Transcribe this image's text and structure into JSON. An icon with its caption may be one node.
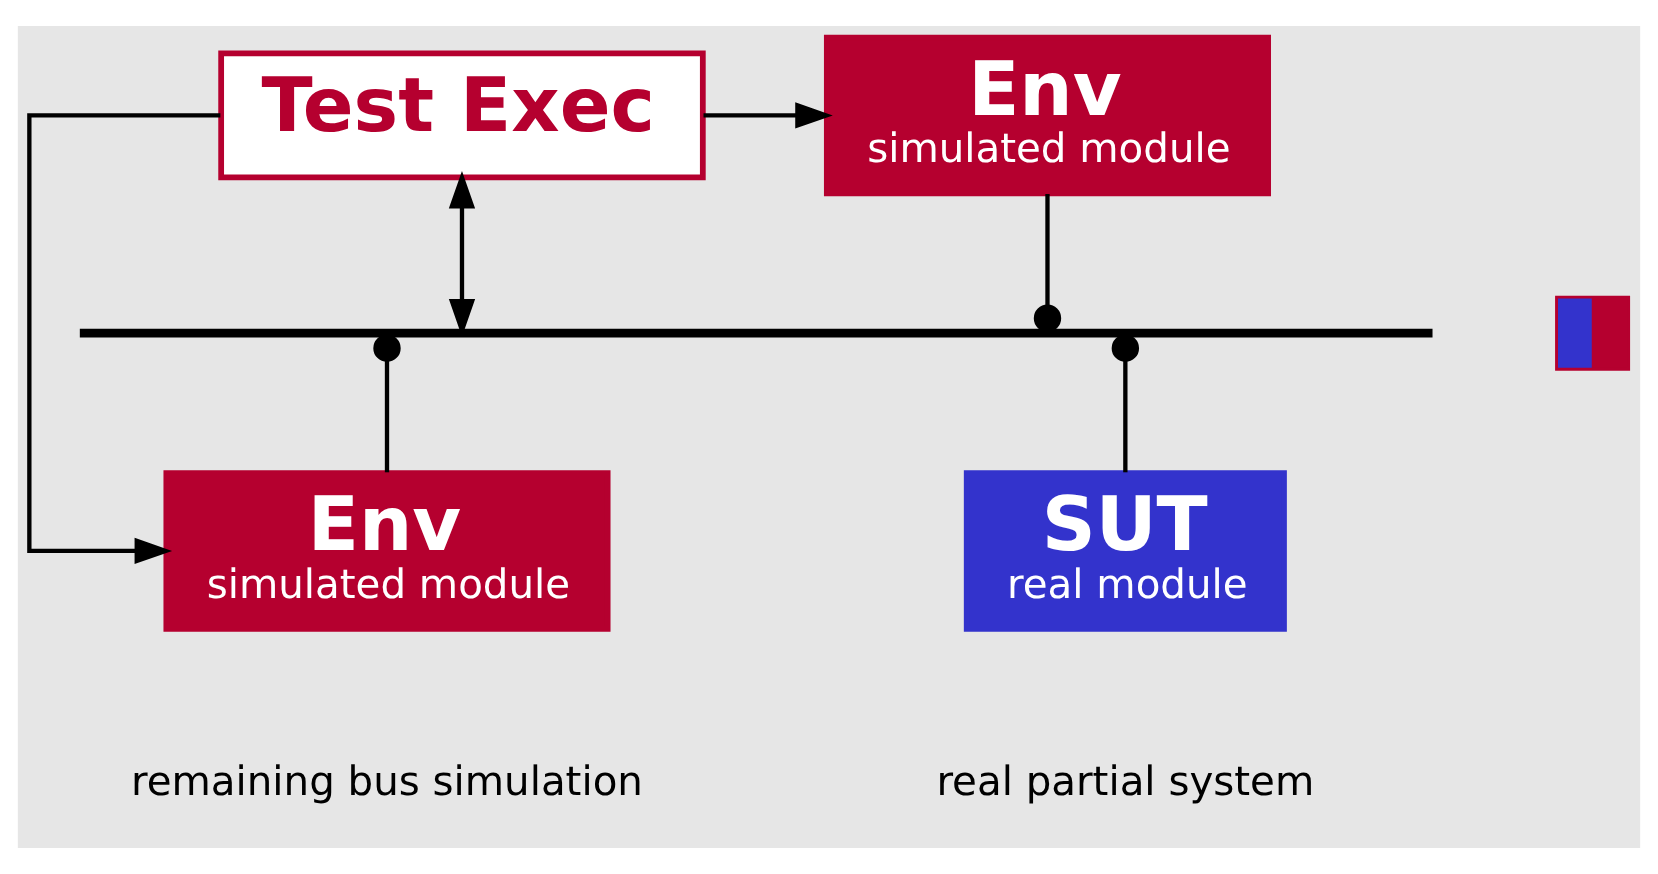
{
  "diagram": {
    "nodes": [
      {
        "text": [
          "Env",
          "simulated module"
        ]
      },
      {
        "text": [
          "Test Exec"
        ]
      },
      {
        "text": [],
        "shape": "bar"
      },
      {
        "text": [],
        "shape": "box"
      },
      {
        "text": [
          "SUT",
          "real module"
        ]
      },
      {
        "text": [
          "Env",
          "simulated module"
        ]
      }
    ],
    "edges": [
      {
        "from": 0,
        "to": 2,
        "arrow": "other"
      },
      {
        "from": 4,
        "to": 2,
        "arrow": "other"
      },
      {
        "from": 5,
        "to": 2,
        "arrow": "other"
      },
      {
        "from": 1,
        "to": 0,
        "arrow": "to"
      },
      {
        "from": 1,
        "to": 5,
        "arrow": "to"
      },
      {
        "from": 2,
        "to": 1,
        "arrow": "both"
      }
    ],
    "labels": [
      "real partial system",
      "remaining bus simulation"
    ]
  }
}
